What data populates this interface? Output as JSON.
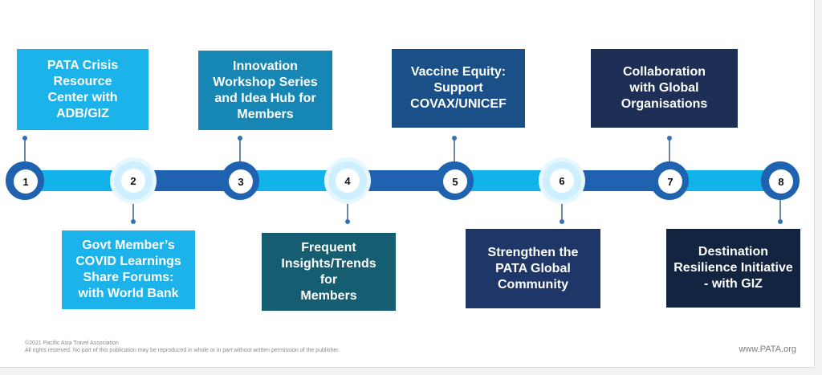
{
  "colors": {
    "bar_light": "#12b2ea",
    "bar_dark": "#1f63b0",
    "node_ring_dark": "#1f63b0",
    "node_ring_light": "#cdefff"
  },
  "milestones": [
    {
      "number": "1",
      "text": "PATA Crisis\nResource\nCenter with\nADB/GIZ",
      "color": "#1cb3ea"
    },
    {
      "number": "2",
      "text": "Govt Member’s\nCOVID Learnings\nShare  Forums:\nwith World Bank",
      "color": "#1cb3ea"
    },
    {
      "number": "3",
      "text": "Innovation\nWorkshop Series\nand Idea Hub for\nMembers",
      "color": "#1687b5"
    },
    {
      "number": "4",
      "text": "Frequent\nInsights/Trends\nfor\nMembers",
      "color": "#155d70"
    },
    {
      "number": "5",
      "text": "Vaccine Equity:\nSupport\nCOVAX/UNICEF",
      "color": "#1a4f87"
    },
    {
      "number": "6",
      "text": "Strengthen the\nPATA Global\nCommunity",
      "color": "#1f3668"
    },
    {
      "number": "7",
      "text": "Collaboration\nwith Global\nOrganisations",
      "color": "#1d2f55"
    },
    {
      "number": "8",
      "text": "Destination\nResilience Initiative\n- with GIZ",
      "color": "#12243f"
    }
  ],
  "footer": {
    "copyright": "©2021 Pacific Asia Travel Association",
    "rights": "All rights reserved. No part of this publication may be reproduced in whole or in part without written permission of the publisher.",
    "url": "www.PATA.org"
  }
}
